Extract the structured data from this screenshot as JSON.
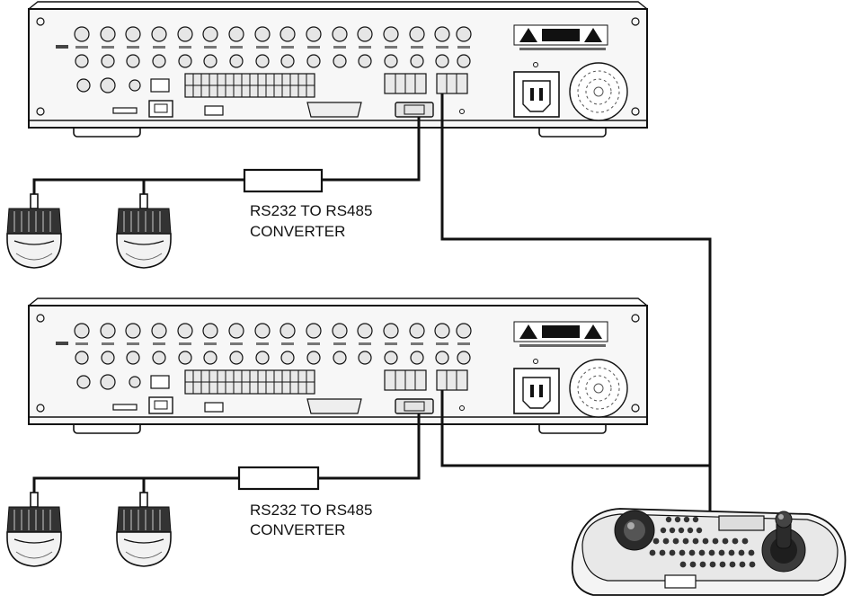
{
  "converters": [
    {
      "line1": "RS232 TO RS485",
      "line2": "CONVERTER"
    },
    {
      "line1": "RS232 TO RS485",
      "line2": "CONVERTER"
    }
  ],
  "colors": {
    "line": "#111111",
    "panel": "#f6f6f6",
    "port": "#e9e9e9",
    "background": "#ffffff"
  },
  "icons": {
    "dvr": "dvr-rear-panel",
    "camera": "ptz-dome-camera",
    "keyboard": "ptz-control-keyboard"
  }
}
